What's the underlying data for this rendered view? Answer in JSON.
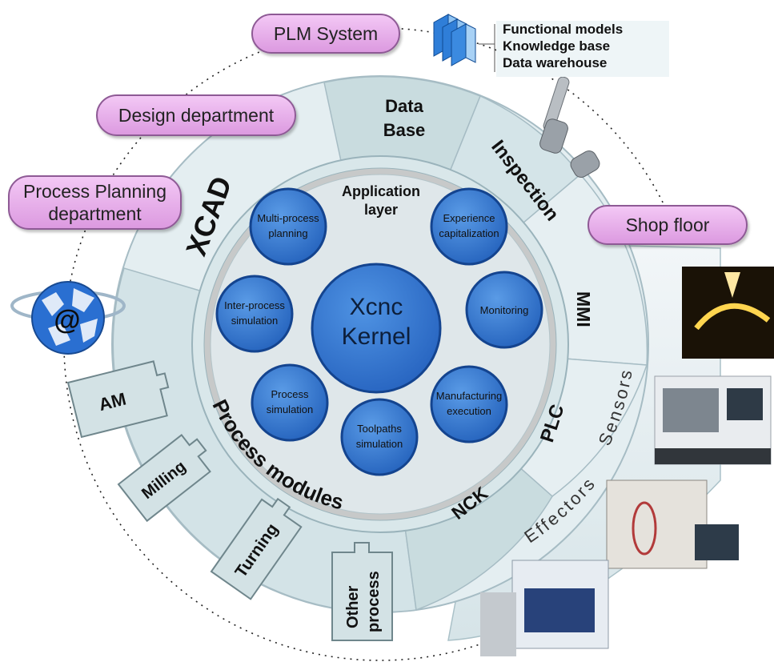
{
  "pills": {
    "plm": "PLM System",
    "design": "Design department",
    "process_planning_1": "Process Planning",
    "process_planning_2": "department",
    "shop_floor": "Shop floor"
  },
  "warehouse_items": [
    "Functional models",
    "Knowledge base",
    "Data warehouse"
  ],
  "outer_ring": {
    "xcad": "XCAD",
    "database_1": "Data",
    "database_2": "Base",
    "inspection": "Inspection",
    "mmi": "MMI",
    "plc": "PLC",
    "nck": "NCK",
    "process_modules": "Process modules"
  },
  "sensing": {
    "sensors": "Sensors",
    "effectors": "Effectors"
  },
  "core": {
    "app_layer_1": "Application",
    "app_layer_2": "layer",
    "kernel_1": "Xcnc",
    "kernel_2": "Kernel"
  },
  "satellites": {
    "multi_1": "Multi-process",
    "multi_2": "planning",
    "exp_1": "Experience",
    "exp_2": "capitalization",
    "monitoring": "Monitoring",
    "mfg_1": "Manufacturing",
    "mfg_2": "execution",
    "tool_1": "Toolpaths",
    "tool_2": "simulation",
    "proc_1": "Process",
    "proc_2": "simulation",
    "inter_1": "Inter-process",
    "inter_2": "simulation"
  },
  "modules": {
    "am": "AM",
    "milling": "Milling",
    "turning": "Turning",
    "other_1": "Other",
    "other_2": "process"
  },
  "internet_symbol": "@",
  "colors": {
    "ring_light": "#e4eef1",
    "ring_mid": "#c9dde2",
    "ring_stroke": "#9ab3bb",
    "bubble_fill": "#2f76cf",
    "bubble_stroke": "#14448f",
    "pill_fill": "#e6aef0",
    "pill_stroke": "#8e5a95"
  }
}
